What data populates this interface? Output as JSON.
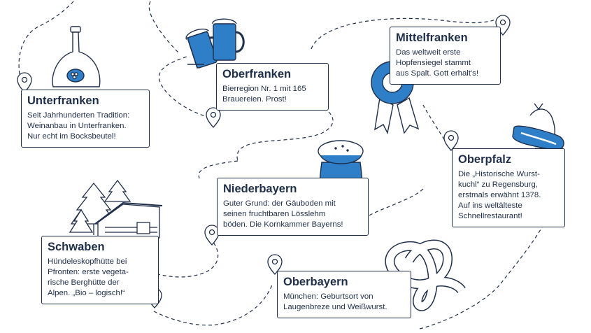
{
  "colors": {
    "ink": "#1f2f4a",
    "accent": "#2f7fc8",
    "background": "#ffffff"
  },
  "regions": [
    {
      "id": "unterfranken",
      "name": "Unterfranken",
      "text": "Seit Jahrhunderten Tradition:\nWeinanbau in Unterfranken.\nNur echt im Bocksbeutel!",
      "icon": "wine-bottle-icon"
    },
    {
      "id": "oberfranken",
      "name": "Oberfranken",
      "text": "Bierregion Nr. 1 mit 165\nBrauereien. Prost!",
      "icon": "beer-mugs-icon"
    },
    {
      "id": "mittelfranken",
      "name": "Mittelfranken",
      "text": "Das weltweit erste\nHopfensiegel stammt\naus Spalt. Gott erhalt's!",
      "icon": "seal-rosette-icon"
    },
    {
      "id": "oberpfalz",
      "name": "Oberpfalz",
      "text": "Die „Historische Wurst-\nkuchl“ zu Regensburg,\nerstmals erwähnt 1378.\nAuf ins weltälteste\nSchnellrestaurant!",
      "icon": "sausage-icon"
    },
    {
      "id": "niederbayern",
      "name": "Niederbayern",
      "text": "Guter Grund: der Gäuboden mit\nseinen fruchtbaren Lösslehm\nböden. Die Kornkammer Bayerns!",
      "icon": "grain-sack-icon"
    },
    {
      "id": "schwaben",
      "name": "Schwaben",
      "text": "Hündeleskopfhütte bei\nPfronten: erste vegeta-\nrische Berghütte der\nAlpen. „Bio – logisch!“",
      "icon": "mountain-hut-icon"
    },
    {
      "id": "oberbayern",
      "name": "Oberbayern",
      "text": "München: Geburtsort von\nLaugenbreze und Weißwurst.",
      "icon": "pretzel-icon"
    }
  ]
}
